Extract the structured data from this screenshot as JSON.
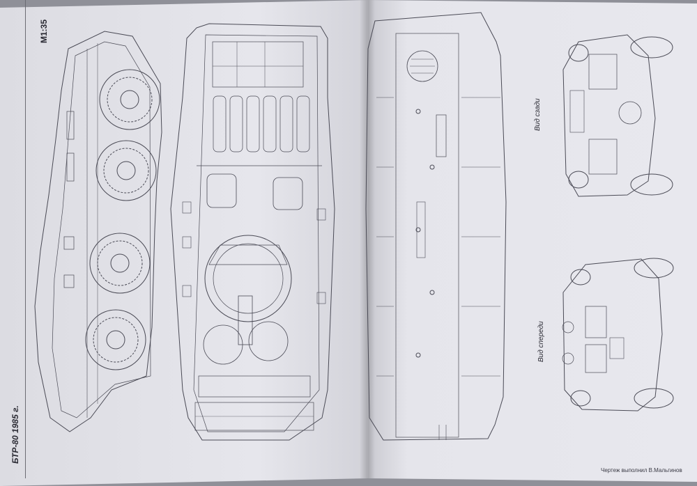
{
  "scale_label": "M1:35",
  "vehicle_caption": "БТР-80 1985 г.",
  "view_rear_label": "Вид сзади",
  "view_front_label": "Вид спереди",
  "author_credit": "Чертеж выполнил В.Мальгинов",
  "colors": {
    "paper": "#e4e4ea",
    "ink": "#3a3a44",
    "background": "#8f9098"
  }
}
